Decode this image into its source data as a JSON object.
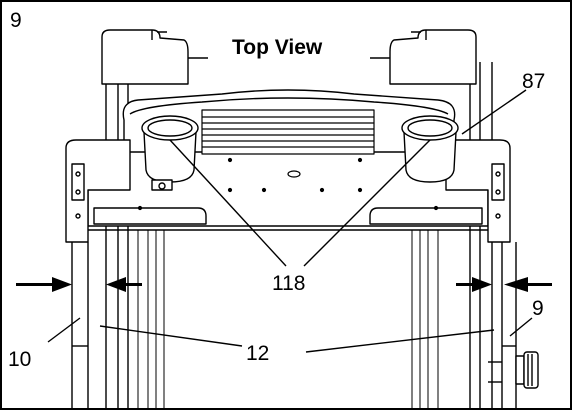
{
  "figure": {
    "step_number": "9",
    "title": "Top View",
    "callouts": {
      "part_87": "87",
      "part_118": "118",
      "part_10": "10",
      "part_12": "12",
      "part_9": "9"
    }
  },
  "colors": {
    "line": "#000000",
    "background": "#ffffff"
  }
}
